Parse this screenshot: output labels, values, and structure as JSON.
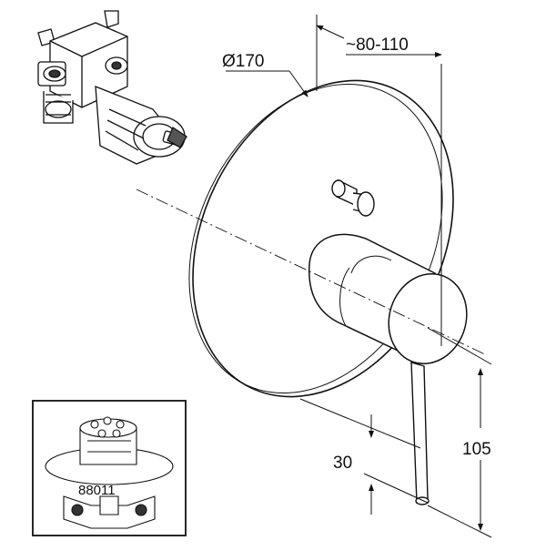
{
  "drawing": {
    "dimensions": {
      "diameter": "Ø170",
      "depth_range": "~80-110",
      "lever_height": "105",
      "lever_offset": "30"
    },
    "inset_part_number": "88011"
  },
  "colors": {
    "line": "#111111",
    "background": "#ffffff",
    "inset_fill": "#f7f7f7"
  }
}
